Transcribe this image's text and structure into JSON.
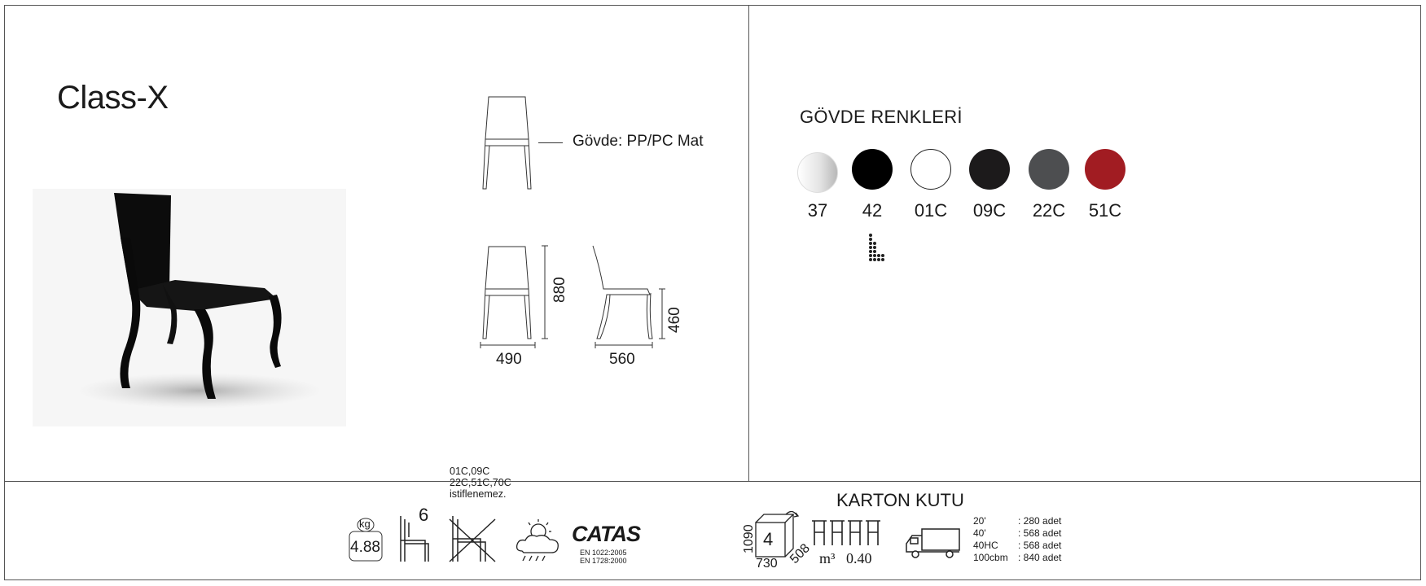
{
  "product": {
    "name": "Class-X",
    "material_spec": "Gövde: PP/PC Mat"
  },
  "dimensions": {
    "height": "880",
    "width": "490",
    "depth": "560",
    "seat_height": "460"
  },
  "body_colors": {
    "title": "GÖVDE RENKLERİ",
    "swatches": [
      {
        "code": "37",
        "color": "#d8d8d8"
      },
      {
        "code": "42",
        "color": "#000000"
      },
      {
        "code": "01C",
        "color": "#ffffff"
      },
      {
        "code": "09C",
        "color": "#1c1a1b"
      },
      {
        "code": "22C",
        "color": "#4d4e50"
      },
      {
        "code": "51C",
        "color": "#a11c22"
      }
    ]
  },
  "info_bar": {
    "weight": "4.88",
    "weight_unit": "kg",
    "stack_count": "6",
    "stack_note_line1": "01C,09C",
    "stack_note_line2": "22C,51C,70C",
    "stack_note_line3": "istiflenemez.",
    "cert_brand": "CATAS",
    "cert_line1": "EN 1022:2005",
    "cert_line2": "EN 1728:2000"
  },
  "carton": {
    "title": "KARTON KUTU",
    "quantity": "4",
    "height": "1090",
    "width": "730",
    "depth": "508",
    "volume_label": "m³",
    "volume": "0.40",
    "shipping": [
      {
        "container": "20'",
        "amount": "280 adet"
      },
      {
        "container": "40'",
        "amount": "568 adet"
      },
      {
        "container": "40HC",
        "amount": "568 adet"
      },
      {
        "container": "100cbm",
        "amount": "840 adet"
      }
    ]
  }
}
